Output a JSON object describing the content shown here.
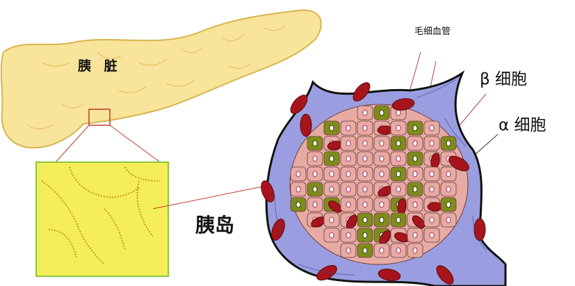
{
  "labels": {
    "pancreas": "胰 脏",
    "capillary": "毛细血管",
    "beta_cell": "β 细胞",
    "alpha_cell": "α 细胞",
    "islet": "胰岛"
  },
  "colors": {
    "pancreas": "#f8e49a",
    "inset": "#f4ee5a",
    "inset_border": "#8cc63f",
    "vessel": "#9a9ee0",
    "beta": "#e7aba4",
    "alpha": "#7f8c1c",
    "rbc": "#a8141c"
  }
}
